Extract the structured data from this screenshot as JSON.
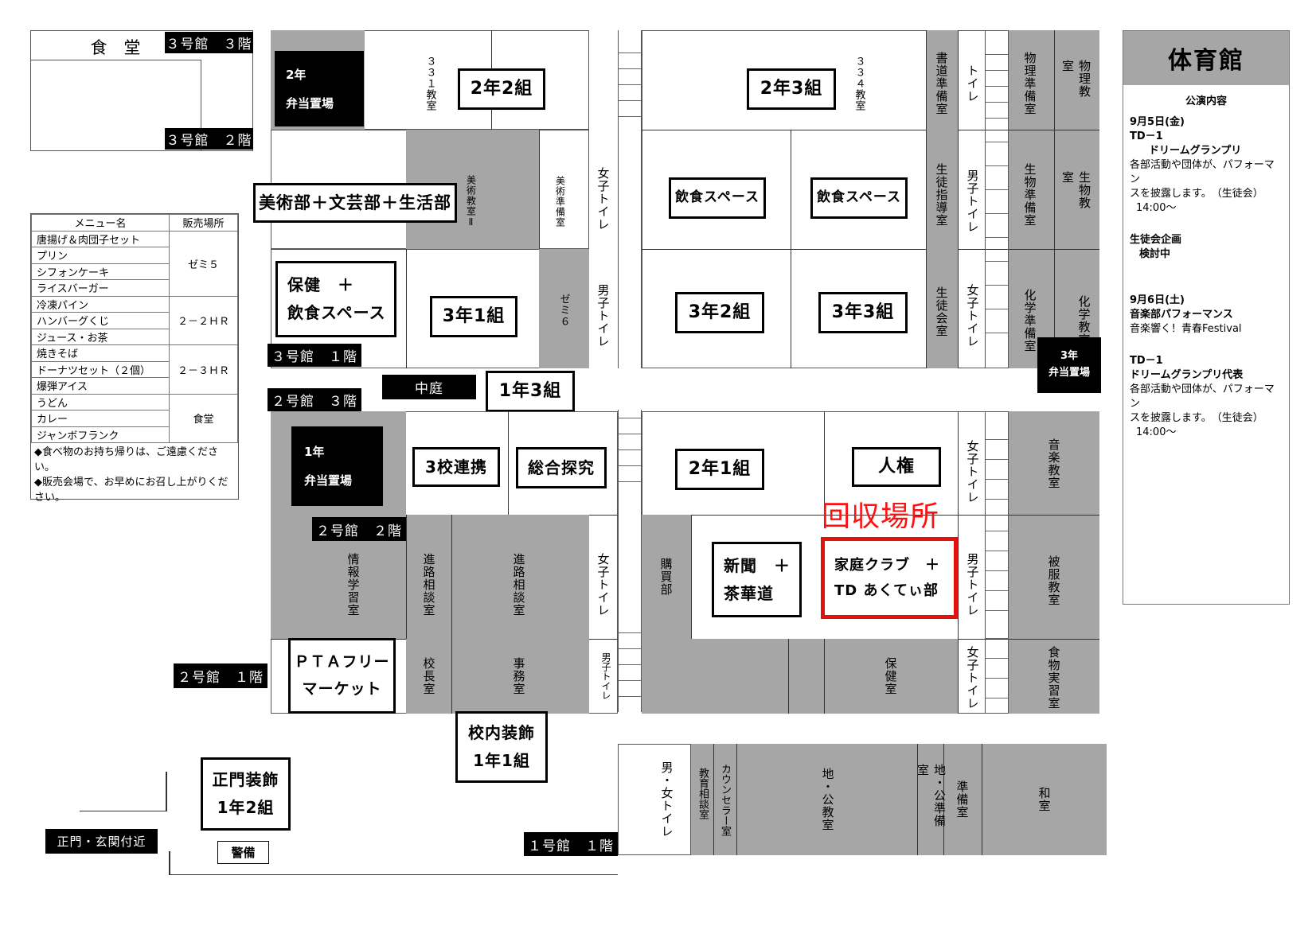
{
  "cafeteria": {
    "label": "食　堂"
  },
  "building_labels": {
    "b3f3": "３号館　３階",
    "b3f2": "３号館　２階",
    "b3f1": "３号館　１階",
    "b2f3": "２号館　３階",
    "b2f2": "２号館　２階",
    "b2f1": "２号館　１階",
    "b1f1": "１号館　１階",
    "main_gate": "正門・玄関付近",
    "courtyard": "中庭"
  },
  "menu": {
    "header_name": "メニュー名",
    "header_place": "販売場所",
    "groups": [
      {
        "place": "ゼミ５",
        "items": [
          "唐揚げ＆肉団子セット",
          "プリン",
          "シフォンケーキ",
          "ライスバーガー"
        ]
      },
      {
        "place": "２－２ＨＲ",
        "items": [
          "冷凍パイン",
          "ハンバーグくじ",
          "ジュース・お茶"
        ]
      },
      {
        "place": "２－３ＨＲ",
        "items": [
          "焼きそば",
          "ドーナツセット（２個）",
          "爆弾アイス"
        ]
      },
      {
        "place": "食堂",
        "items": [
          "うどん",
          "カレー",
          "ジャンボフランク"
        ]
      }
    ],
    "notes": [
      "◆食べ物のお持ち帰りは、ご遠慮ください。",
      "◆販売会場で、お早めにお召し上がりください。"
    ]
  },
  "exhibits": {
    "bento2_a": "2年",
    "bento2_b": "弁当置場",
    "bento1_a": "1年",
    "bento1_b": "弁当置場",
    "bento3_a": "3年",
    "bento3_b": "弁当置場",
    "c2_2": "2年2組",
    "c2_3": "2年3組",
    "art": "美術部＋文芸部＋生活部",
    "food1": "飲食スペース",
    "food2": "飲食スペース",
    "health": "保健　＋\n飲食スペース",
    "c3_1": "3年1組",
    "c3_2": "3年2組",
    "c3_3": "3年3組",
    "c1_3": "1年3組",
    "three_schools": "3校連携",
    "inquiry": "総合探究",
    "c2_1": "2年1組",
    "rights": "人権",
    "news": "新聞　＋\n茶華道",
    "home": "家庭クラブ　＋\nTD あくてぃ部",
    "pta": "ＰＴＡフリー\nマーケット",
    "decor": "校内装飾\n1年1組",
    "gate_decor": "正門装飾\n1年2組",
    "guard": "警備"
  },
  "collection": {
    "label": "回収場所"
  },
  "rooms": {
    "r331": "３３１教室",
    "r334": "３３４教室",
    "calligraphy": "書道準備室",
    "toilet_top": "トイレ",
    "physics_prep": "物理準備室",
    "physics": "物理教室",
    "art2": "美術教室Ⅱ",
    "art_prep": "美術準備室",
    "w_toilet1": "女子トイレ",
    "guidance": "生徒指導室",
    "m_toilet1": "男子トイレ",
    "bio_prep": "生物準備室",
    "bio": "生物教室",
    "zemi6": "ゼミ６",
    "m_toilet2": "男子トイレ",
    "council": "生徒会室",
    "w_toilet2": "女子トイレ",
    "chem_prep": "化学準備室",
    "chem": "化学教室",
    "w_toilet3": "女子トイレ",
    "music": "音楽教室",
    "info": "情報学習室",
    "career_talk": "進路相談室",
    "career": "進路相談室",
    "w_toilet4": "女子トイレ",
    "store": "購買部",
    "m_toilet3": "男子トイレ",
    "sewing": "被服教室",
    "principal": "校長室",
    "office": "事務室",
    "m_toilet4": "男子トイレ",
    "nurse": "保健室",
    "w_toilet5": "女子トイレ",
    "food_lab": "食物実習室",
    "mf_toilet": "男・女トイレ",
    "edu_talk": "教育相談室",
    "counselor": "カウンセラー室",
    "geo": "地・公教室",
    "geo_prep": "地・公準備室",
    "prep": "準備室",
    "japanese": "和室"
  },
  "gym": {
    "title": "体育館",
    "subtitle": "公演内容",
    "day1": "9月5日(金)",
    "td1": "TD－1",
    "dream": "ドリームグランプリ",
    "desc1a": "各部活動や団体が、パフォーマン",
    "desc1b": "スを披露します。　（生徒会）",
    "time1": "14:00～",
    "council_plan": "生徒会企画",
    "council_status": "検討中",
    "day2": "9月6日(土)",
    "brass": "音楽部パフォーマンス",
    "brass_title": "音楽響く！青春Festival",
    "td2": "TD－1",
    "dream2": "ドリームグランプリ代表",
    "desc2a": "各部活動や団体が、パフォーマン",
    "desc2b": "スを披露します。　（生徒会）",
    "time2": "14:00～"
  }
}
